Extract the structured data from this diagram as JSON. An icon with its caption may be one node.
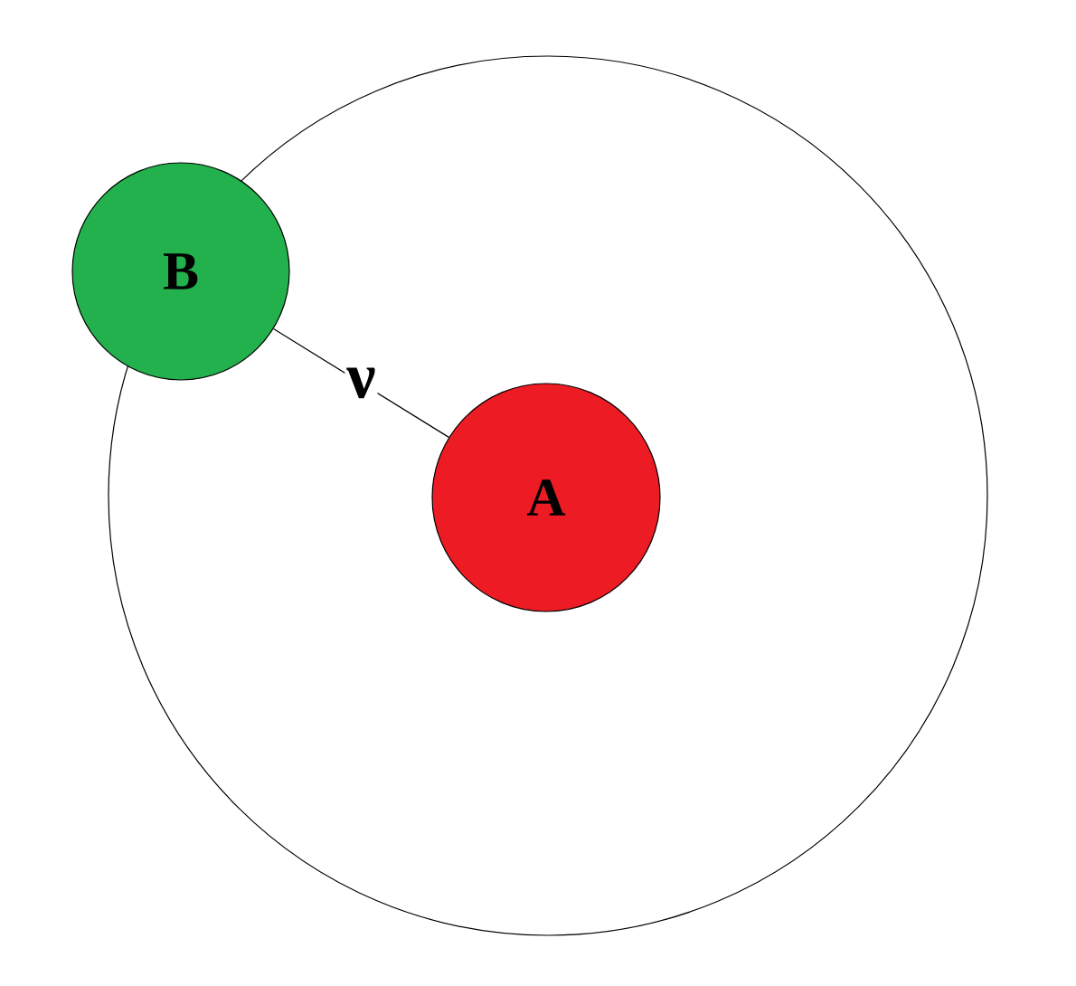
{
  "diagram": {
    "nodes": [
      {
        "text": [
          "B"
        ]
      },
      {
        "text": [
          "A"
        ]
      }
    ],
    "edges": [
      {
        "from": 0,
        "to": 1,
        "arrow": "none",
        "label": "ν"
      }
    ]
  }
}
